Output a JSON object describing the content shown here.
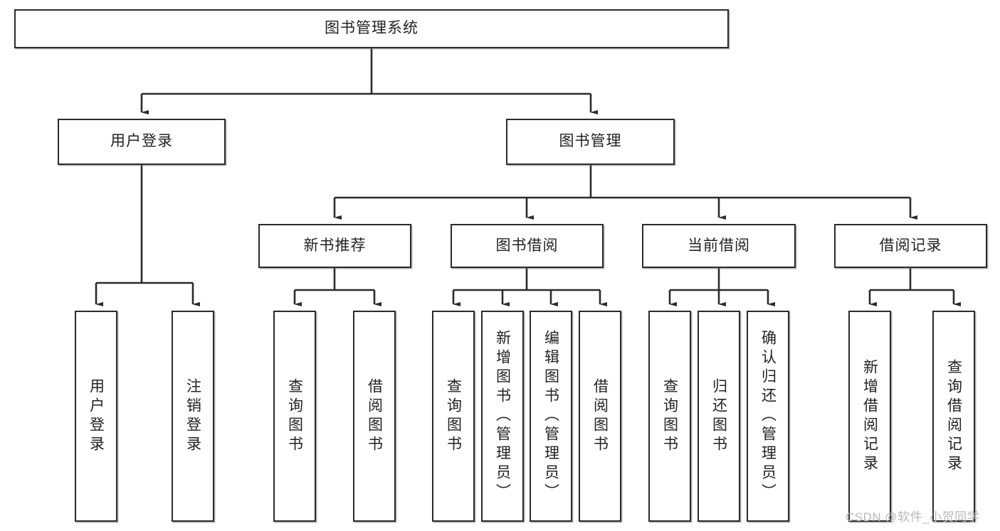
{
  "diagram": {
    "type": "tree-hierarchy-diagram",
    "title": "图书管理系统",
    "root": {
      "label": "图书管理系统"
    },
    "level2": [
      {
        "label": "用户登录"
      },
      {
        "label": "图书管理"
      }
    ],
    "level3": [
      {
        "label": "新书推荐"
      },
      {
        "label": "图书借阅"
      },
      {
        "label": "当前借阅"
      },
      {
        "label": "借阅记录"
      }
    ],
    "leaves": [
      {
        "label": "用户登录",
        "parent": "用户登录"
      },
      {
        "label": "注销登录",
        "parent": "用户登录"
      },
      {
        "label": "查询图书",
        "parent": "新书推荐"
      },
      {
        "label": "借阅图书",
        "parent": "新书推荐"
      },
      {
        "label": "查询图书",
        "parent": "图书借阅"
      },
      {
        "label": "新增图书（管理员）",
        "parent": "图书借阅"
      },
      {
        "label": "编辑图书（管理员）",
        "parent": "图书借阅"
      },
      {
        "label": "借阅图书",
        "parent": "图书借阅"
      },
      {
        "label": "查询图书",
        "parent": "当前借阅"
      },
      {
        "label": "归还图书",
        "parent": "当前借阅"
      },
      {
        "label": "确认归还（管理员）",
        "parent": "当前借阅"
      },
      {
        "label": "新增借阅记录",
        "parent": "借阅记录"
      },
      {
        "label": "查询借阅记录",
        "parent": "借阅记录"
      }
    ],
    "watermark": "CSDN @软件_小贺同学",
    "colors": {
      "stroke": "#2b2b2b",
      "fill": "#ffffff",
      "text": "#222222",
      "watermark": "#b9b9b9"
    }
  }
}
